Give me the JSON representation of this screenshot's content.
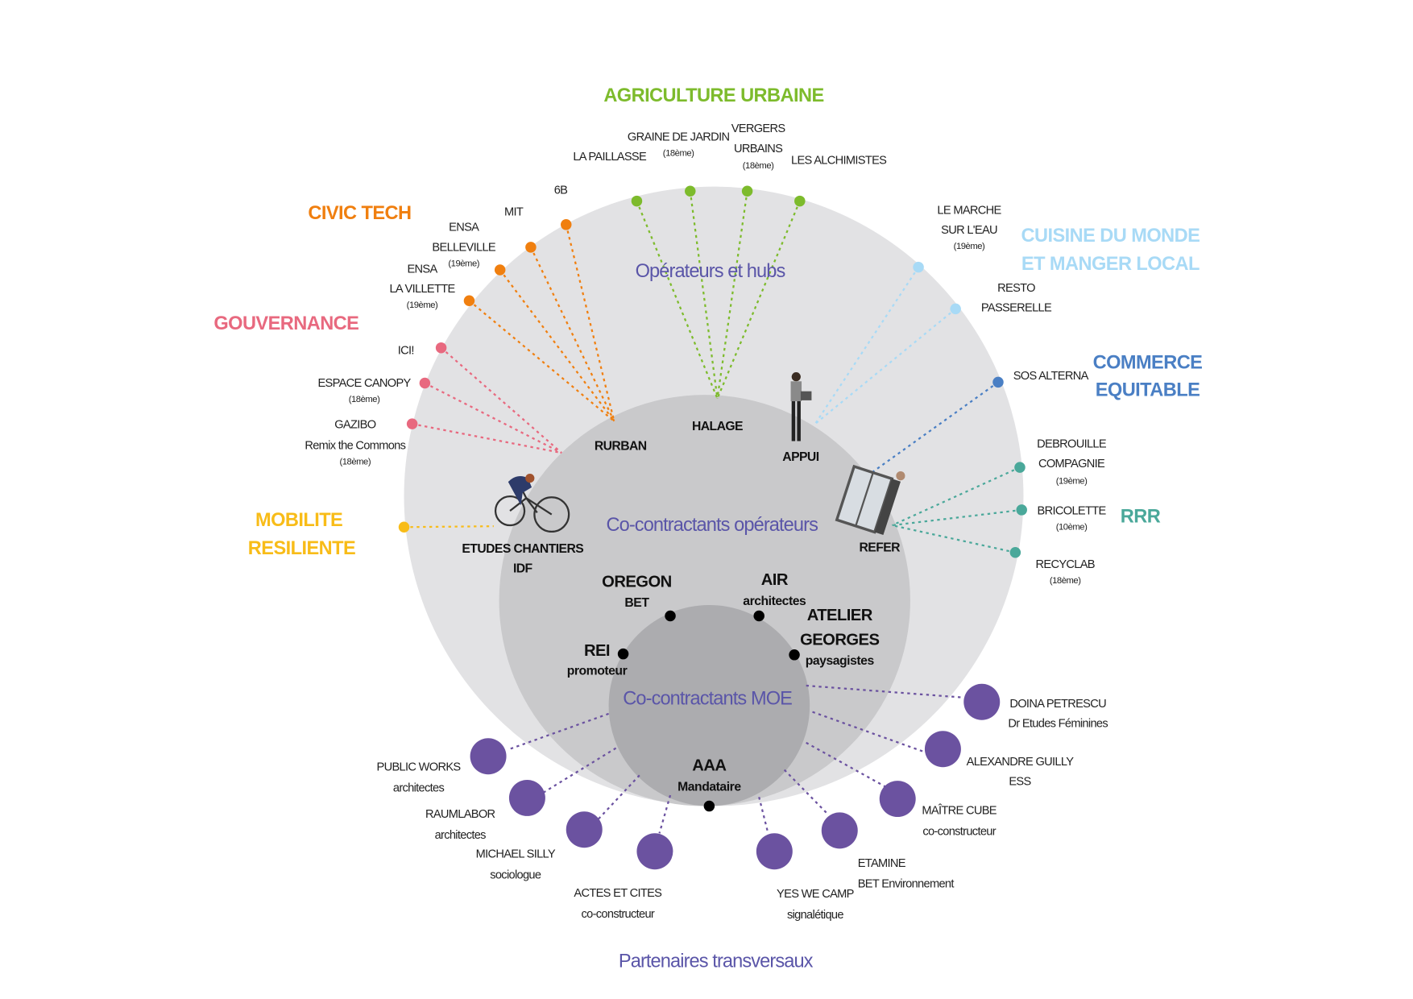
{
  "rings": {
    "outer": {
      "label": "Opérateurs et hubs",
      "color": "#e2e2e4"
    },
    "middle": {
      "label": "Co-contractants opérateurs",
      "color": "#c9c9cb"
    },
    "inner": {
      "label": "Co-contractants MOE",
      "color": "#acacaf"
    },
    "partners": {
      "label": "Partenaires transversaux"
    },
    "label_color": "#5a55a8"
  },
  "categories": [
    {
      "title": [
        "AGRICULTURE URBAINE"
      ],
      "color": "#7dbb2c",
      "items": [
        {
          "lines": [
            "LA PAILLASSE"
          ]
        },
        {
          "lines": [
            "GRAINE DE JARDIN",
            "(18ème)"
          ]
        },
        {
          "lines": [
            "VERGERS",
            "URBAINS",
            "(18ème)"
          ]
        },
        {
          "lines": [
            "LES ALCHIMISTES"
          ]
        }
      ]
    },
    {
      "title": [
        "CIVIC TECH"
      ],
      "color": "#f07f0f",
      "items": [
        {
          "lines": [
            "6B"
          ]
        },
        {
          "lines": [
            "MIT"
          ]
        },
        {
          "lines": [
            "ENSA",
            "BELLEVILLE",
            "(19ème)"
          ]
        },
        {
          "lines": [
            "ENSA",
            "LA VILLETTE",
            "(19ème)"
          ]
        }
      ]
    },
    {
      "title": [
        "GOUVERNANCE"
      ],
      "color": "#e8697f",
      "items": [
        {
          "lines": [
            "ICI!"
          ]
        },
        {
          "lines": [
            "ESPACE  CANOPY",
            "(18ème)"
          ]
        },
        {
          "lines": [
            "GAZIBO",
            "Remix the Commons",
            "(18ème)"
          ]
        }
      ]
    },
    {
      "title": [
        "MOBILITE",
        "RESILIENTE"
      ],
      "color": "#f8bc18",
      "items": [
        {
          "lines": []
        }
      ]
    },
    {
      "title": [
        "CUISINE DU MONDE",
        "ET MANGER LOCAL"
      ],
      "color": "#a8daf6",
      "items": [
        {
          "lines": [
            "LE MARCHE",
            "SUR L'EAU",
            "(19ème)"
          ]
        },
        {
          "lines": [
            "RESTO",
            "PASSERELLE"
          ]
        }
      ]
    },
    {
      "title": [
        "COMMERCE",
        "EQUITABLE"
      ],
      "color": "#4a7fc4",
      "items": [
        {
          "lines": [
            "SOS ALTERNA"
          ]
        }
      ]
    },
    {
      "title": [
        "RRR"
      ],
      "color": "#4aa89a",
      "items": [
        {
          "lines": [
            "DEBROUILLE",
            "COMPAGNIE",
            "(19ème)"
          ]
        },
        {
          "lines": [
            "BRICOLETTE",
            "(10ème)"
          ]
        },
        {
          "lines": [
            "RECYCLAB",
            "(18ème)"
          ]
        }
      ]
    }
  ],
  "operators": [
    {
      "lines": [
        "RURBAN"
      ]
    },
    {
      "lines": [
        "HALAGE"
      ]
    },
    {
      "lines": [
        "APPUI"
      ]
    },
    {
      "lines": [
        "REFER"
      ]
    },
    {
      "lines": [
        "ETUDES CHANTIERS",
        "IDF"
      ]
    }
  ],
  "moe": [
    {
      "name": [
        "OREGON"
      ],
      "role": "BET"
    },
    {
      "name": [
        "AIR"
      ],
      "role": "architectes"
    },
    {
      "name": [
        "ATELIER",
        "GEORGES"
      ],
      "role": "paysagistes"
    },
    {
      "name": [
        "REI"
      ],
      "role": "promoteur"
    },
    {
      "name": [
        "AAA"
      ],
      "role": "Mandataire"
    }
  ],
  "partners_color": "#6b52a0",
  "partners": [
    {
      "lines": [
        "PUBLIC WORKS",
        "architectes"
      ]
    },
    {
      "lines": [
        "RAUMLABOR",
        "architectes"
      ]
    },
    {
      "lines": [
        "MICHAEL SILLY",
        "sociologue"
      ]
    },
    {
      "lines": [
        "ACTES ET CITES",
        "co-constructeur"
      ]
    },
    {
      "lines": [
        "YES WE CAMP",
        "signalétique"
      ]
    },
    {
      "lines": [
        "ETAMINE",
        "BET Environnement"
      ]
    },
    {
      "lines": [
        "MAÎTRE CUBE",
        "co-constructeur"
      ]
    },
    {
      "lines": [
        "ALEXANDRE GUILLY",
        "ESS"
      ]
    },
    {
      "lines": [
        "DOINA PETRESCU",
        "Dr Etudes Féminines"
      ]
    }
  ]
}
